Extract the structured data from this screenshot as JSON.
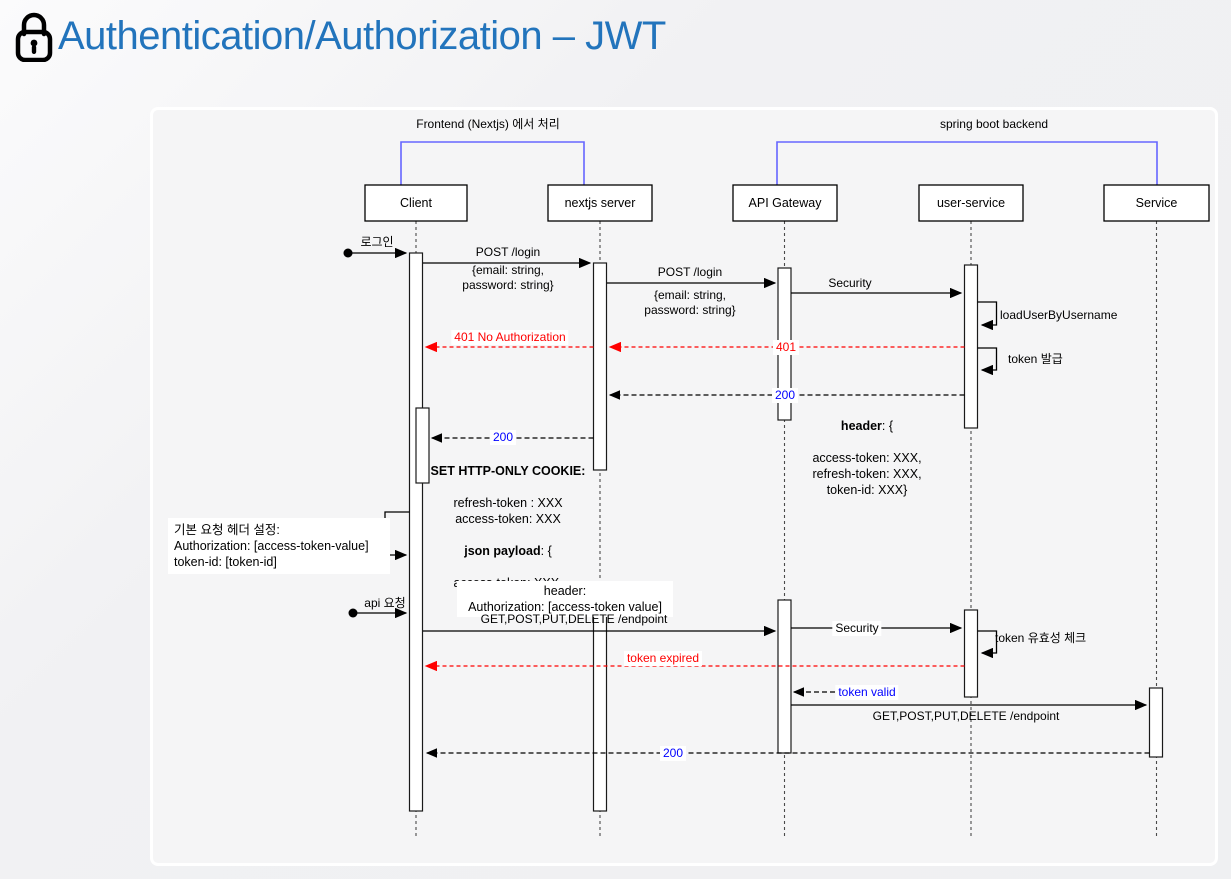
{
  "title": {
    "text": "Authentication/Authorization – JWT",
    "icon": "lock-icon"
  },
  "colors": {
    "title": "#2274bc",
    "frame": "#6666ff",
    "error": "#ff0000",
    "status": "#0000ff"
  },
  "frames": [
    {
      "label": "Frontend (Nextjs) 에서 처리"
    },
    {
      "label": "spring boot backend"
    }
  ],
  "actors": [
    {
      "label": "Client"
    },
    {
      "label": "nextjs server"
    },
    {
      "label": "API Gateway"
    },
    {
      "label": "user-service"
    },
    {
      "label": "Service"
    }
  ],
  "labels": {
    "login_trigger": "로그인",
    "post_login": "POST /login",
    "login_body": "{email: string,\npassword: string}",
    "security": "Security",
    "load_user": "loadUserByUsername",
    "token_issue": "token 발급",
    "status_401": "401",
    "err_401": "401 No Authorization",
    "status_200": "200",
    "header_block": {
      "bold": "header",
      "rest": ": {",
      "lines": "access-token: XXX,\nrefresh-token: XXX,\ntoken-id: XXX}"
    },
    "cookie_block": {
      "title": "SET HTTP-ONLY COOKIE:",
      "lines_a": "refresh-token : XXX\naccess-token: XXX",
      "bold": "json payload",
      "rest": ": {",
      "lines_b": "access-token: XXX,\ntoken-id: XXX }"
    },
    "base_header": "기본 요청 헤더 설정:\nAuthorization:  [access-token-value]\ntoken-id: [token-id]",
    "api_call": "api 요청",
    "header_note": "header:\nAuthorization: [access-token value]",
    "endpoint_call": "GET,POST,PUT,DELETE /endpoint",
    "token_check": "token 유효성 체크",
    "token_expired": "token expired",
    "token_valid": "token valid"
  }
}
